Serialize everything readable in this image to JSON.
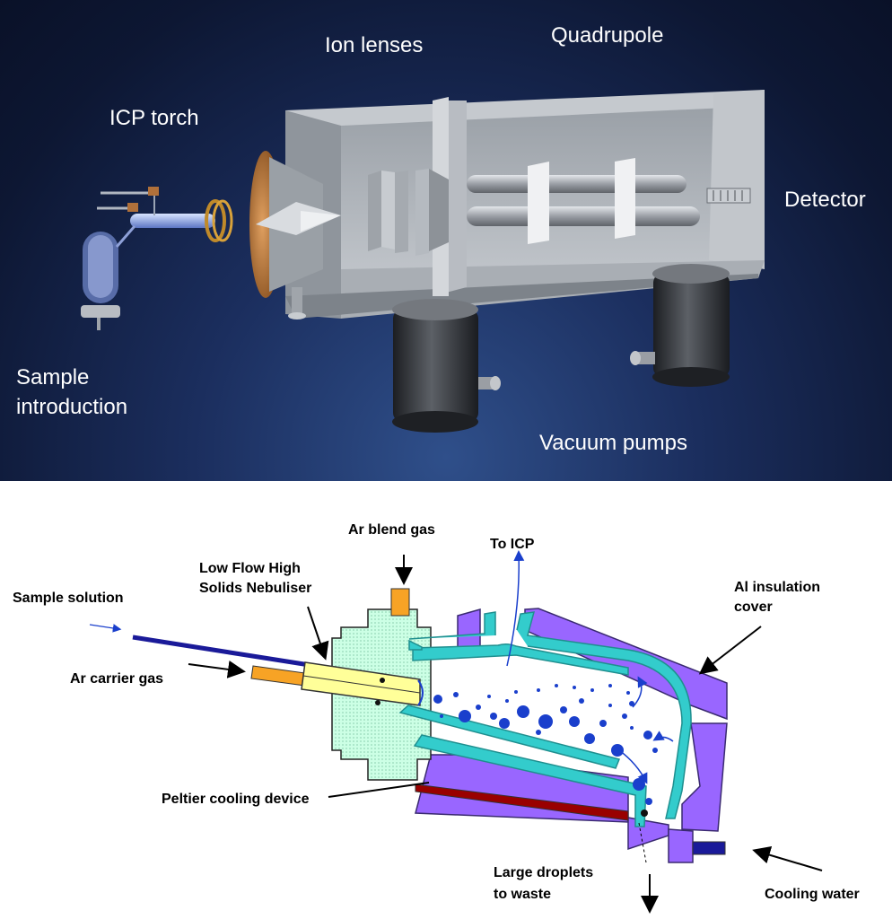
{
  "top_panel": {
    "labels": {
      "ion_lenses": "Ion lenses",
      "quadrupole": "Quadrupole",
      "icp_torch": "ICP torch",
      "detector": "Detector",
      "sample_introduction_1": "Sample",
      "sample_introduction_2": "introduction",
      "vacuum_pumps": "Vacuum pumps"
    },
    "colors": {
      "background": "#0d1733",
      "housing": "#b4b9c0",
      "cone": "#c07a35",
      "pump": "#3a3d42",
      "quadrupole_rod": "#a4a8ae"
    }
  },
  "bottom_panel": {
    "labels": {
      "ar_blend_gas": "Ar blend gas",
      "to_icp": "To ICP",
      "low_flow_1": "Low Flow High",
      "low_flow_2": "Solids Nebuliser",
      "sample_solution": "Sample solution",
      "al_insulation_1": "Al insulation",
      "al_insulation_2": "cover",
      "ar_carrier_gas": "Ar carrier gas",
      "peltier": "Peltier cooling device",
      "large_droplets_1": "Large droplets",
      "large_droplets_2": "to waste",
      "cooling_water": "Cooling water"
    },
    "colors": {
      "insulation": "#9966ff",
      "chamber_wall": "#33cccc",
      "nebuliser_block": "#ccffe5",
      "nebuliser": "#ffff99",
      "gas_port": "#f7a325",
      "droplets": "#1a3fcc",
      "peltier": "#990000",
      "tube": "#1a1a99"
    }
  }
}
